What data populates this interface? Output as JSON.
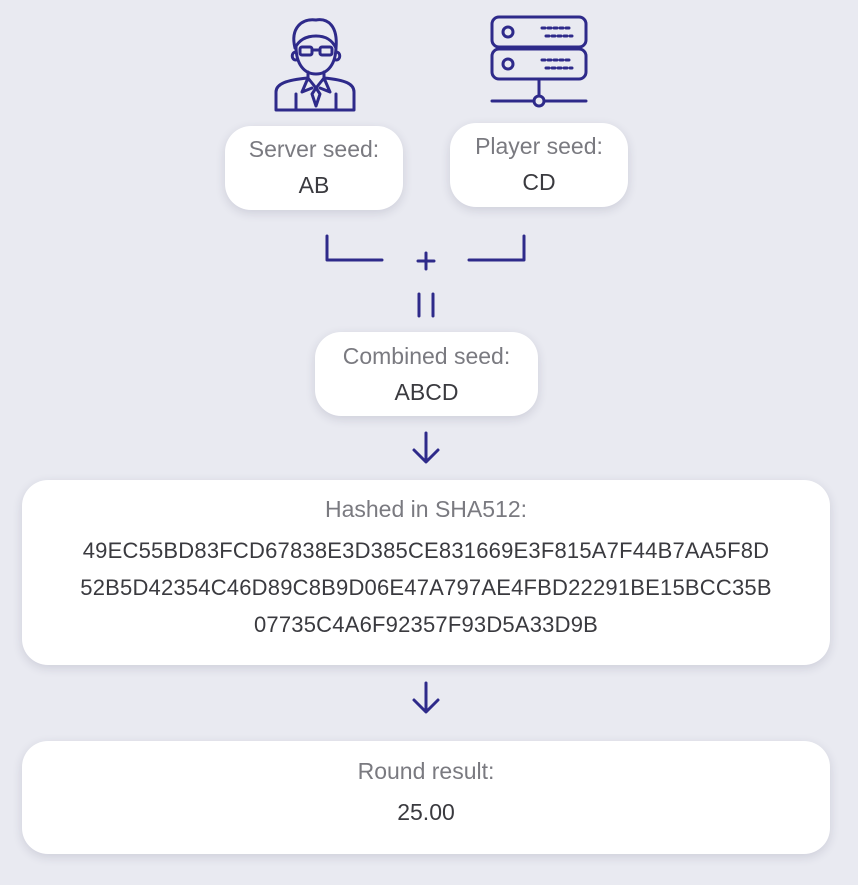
{
  "icons": {
    "player": "player-avatar-icon",
    "server": "server-icon"
  },
  "colors": {
    "accent": "#2e2a8a",
    "background": "#e9eaf1",
    "card": "#ffffff"
  },
  "server_seed": {
    "label": "Server seed:",
    "value": "AB"
  },
  "player_seed": {
    "label": "Player seed:",
    "value": "CD"
  },
  "operators": {
    "plus": "+",
    "equals": "="
  },
  "combined_seed": {
    "label": "Combined seed:",
    "value": "ABCD"
  },
  "hash": {
    "label": "Hashed in SHA512:",
    "lines": [
      "49EC55BD83FCD67838E3D385CE831669E3F815A7F44B7AA5F8D",
      "52B5D42354C46D89C8B9D06E47A797AE4FBD22291BE15BCC35B",
      "07735C4A6F92357F93D5A33D9B"
    ]
  },
  "round_result": {
    "label": "Round result:",
    "value": "25.00"
  }
}
